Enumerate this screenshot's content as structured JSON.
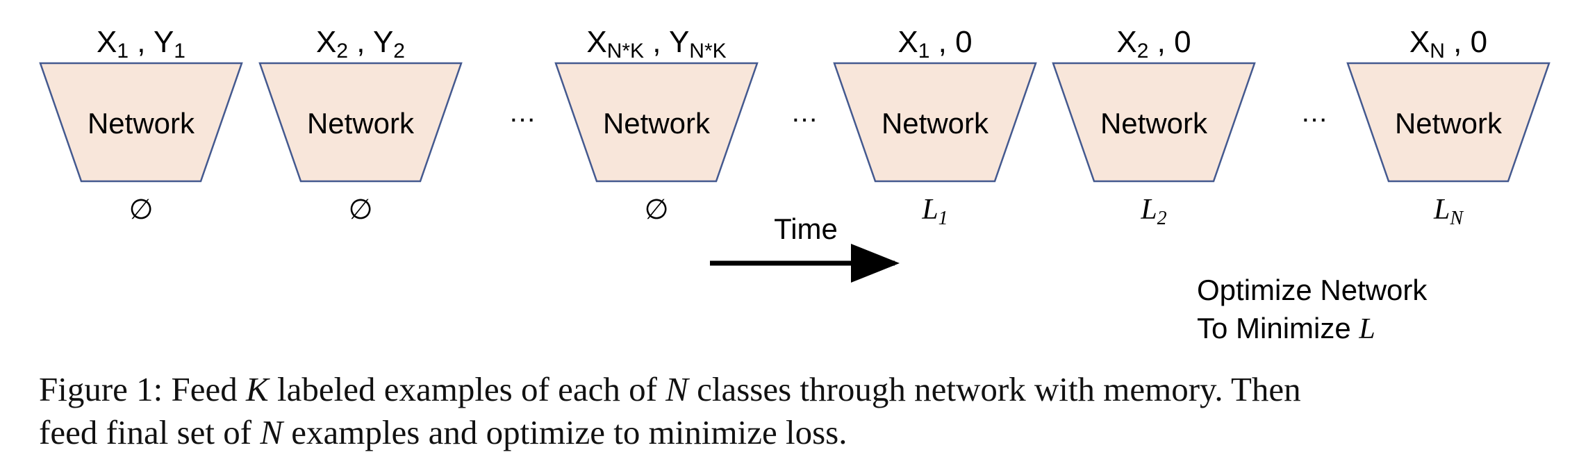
{
  "diagram": {
    "steps": [
      {
        "input_x": "X",
        "input_x_sub": "1",
        "input_y": "Y",
        "input_y_sub": "1",
        "network_label": "Network",
        "output": "∅",
        "output_sub": ""
      },
      {
        "input_x": "X",
        "input_x_sub": "2",
        "input_y": "Y",
        "input_y_sub": "2",
        "network_label": "Network",
        "output": "∅",
        "output_sub": ""
      },
      {
        "input_x": "X",
        "input_x_sub": "N*K",
        "input_y": "Y",
        "input_y_sub": "N*K",
        "network_label": "Network",
        "output": "∅",
        "output_sub": ""
      },
      {
        "input_x": "X",
        "input_x_sub": "1",
        "input_y": "0",
        "input_y_sub": "",
        "network_label": "Network",
        "output": "L",
        "output_sub": "1"
      },
      {
        "input_x": "X",
        "input_x_sub": "2",
        "input_y": "0",
        "input_y_sub": "",
        "network_label": "Network",
        "output": "L",
        "output_sub": "2"
      },
      {
        "input_x": "X",
        "input_x_sub": "N",
        "input_y": "0",
        "input_y_sub": "",
        "network_label": "Network",
        "output": "L",
        "output_sub": "N"
      }
    ],
    "separators": [
      "…",
      "…",
      "…"
    ],
    "time_label": "Time",
    "optimize_line1": "Optimize Network",
    "optimize_line2_prefix": "To Minimize ",
    "optimize_line2_var": "L",
    "colors": {
      "fill": "#f8e6da",
      "stroke": "#44598f",
      "text": "#000000"
    }
  },
  "caption": {
    "prefix": "Figure 1: Feed ",
    "k": "K",
    "mid1": " labeled examples of each of ",
    "n1": "N",
    "mid2": " classes through network with memory. Then",
    "line2_prefix": "feed final set of ",
    "n2": "N",
    "line2_suffix": " examples and optimize to minimize loss."
  }
}
